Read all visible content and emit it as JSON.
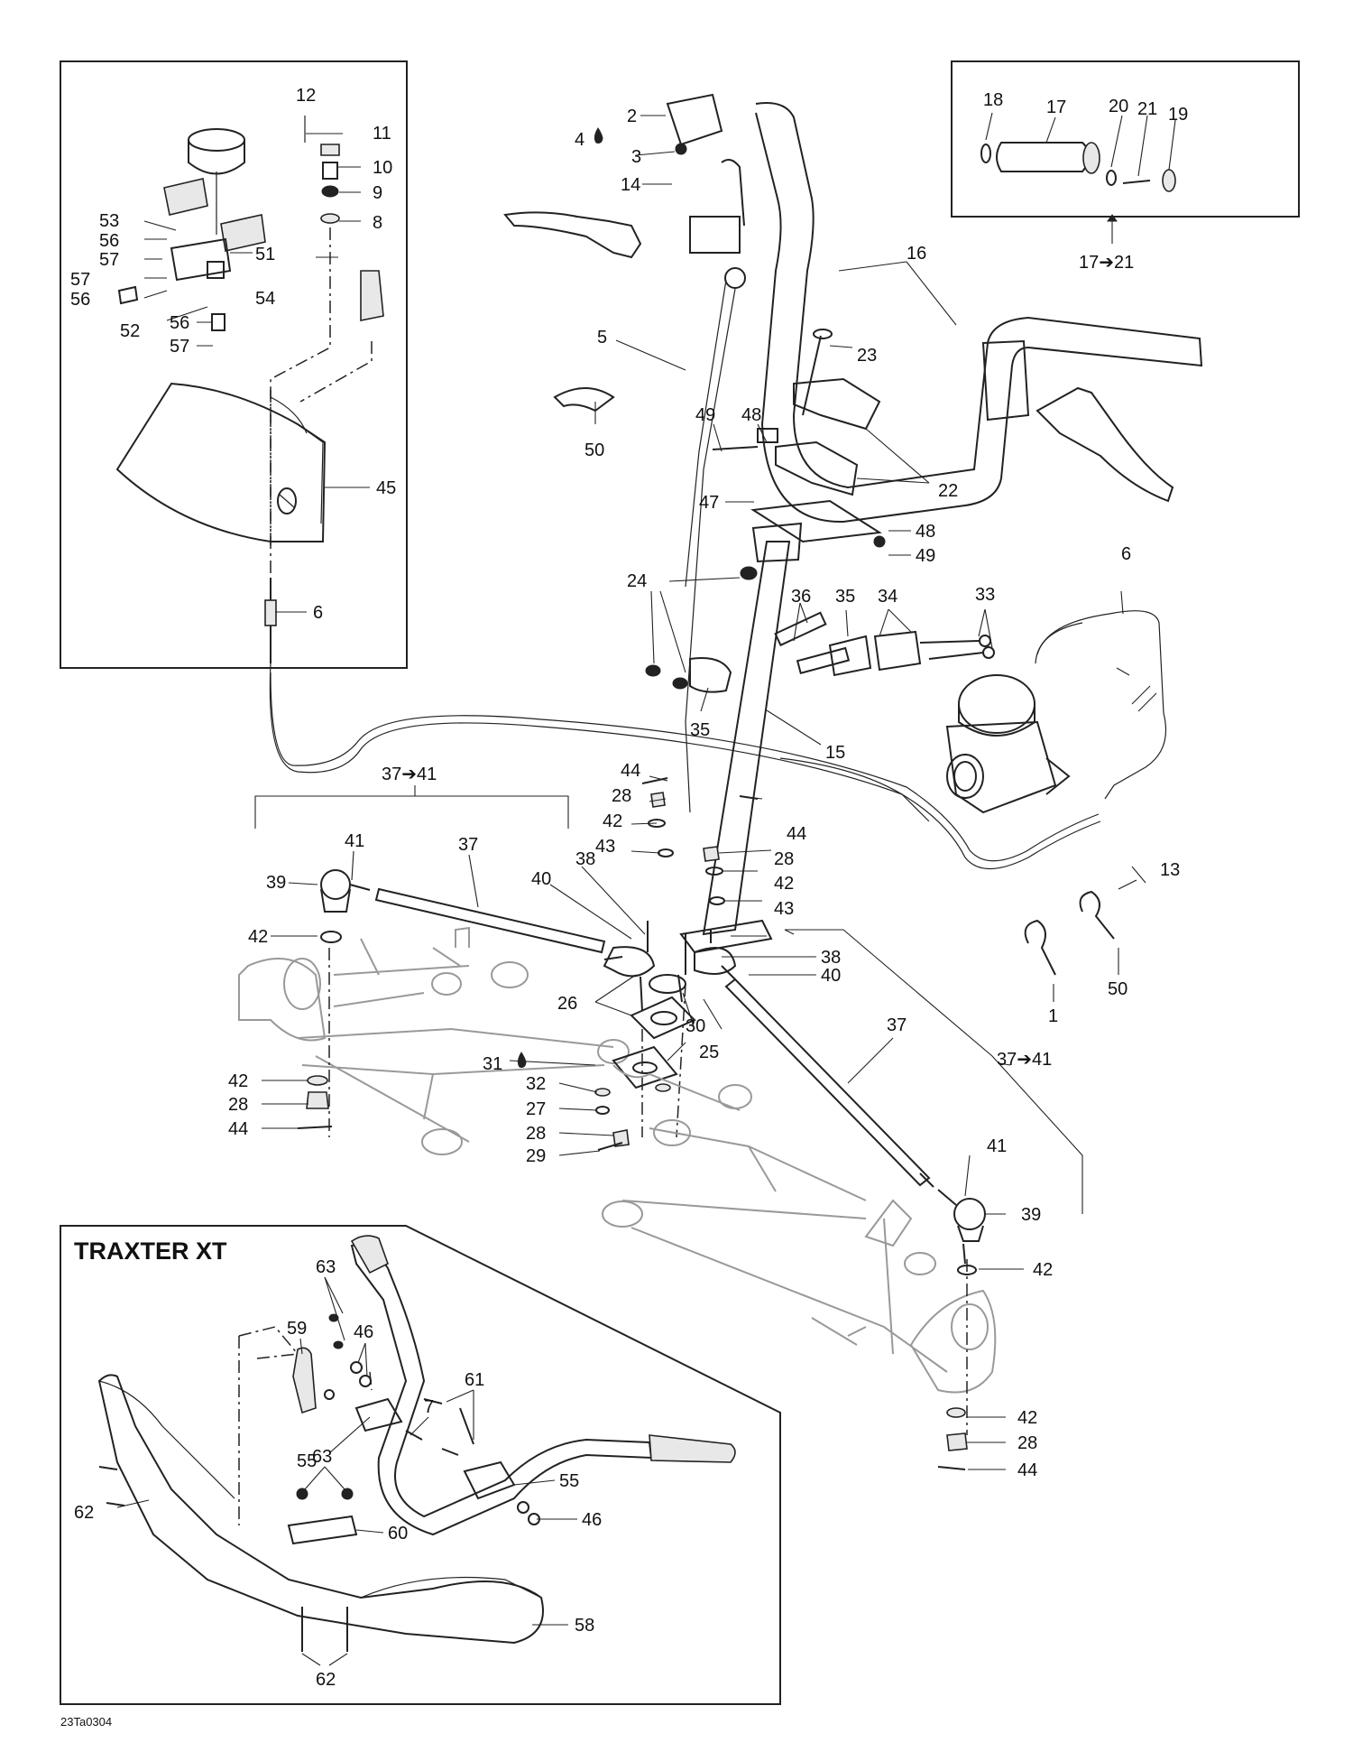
{
  "diagram": {
    "drawing_code": "23Ta0304",
    "inset_traxter_title": "TRAXTER XT",
    "callouts": {
      "c1": "1",
      "c2": "2",
      "c3": "3",
      "c4": "4",
      "c5": "5",
      "c6a": "6",
      "c6b": "6",
      "c7": "7",
      "c8": "8",
      "c9": "9",
      "c10": "10",
      "c11": "11",
      "c12": "12",
      "c13": "13",
      "c14": "14",
      "c15": "15",
      "c16": "16",
      "c17": "17",
      "c17_21": "17➔21",
      "c18": "18",
      "c19": "19",
      "c20": "20",
      "c21": "21",
      "c22": "22",
      "c23": "23",
      "c24": "24",
      "c25": "25",
      "c26": "26",
      "c27": "27",
      "c28a": "28",
      "c28b": "28",
      "c28c": "28",
      "c28d": "28",
      "c28e": "28",
      "c29": "29",
      "c30": "30",
      "c31": "31",
      "c32": "32",
      "c33": "33",
      "c34": "34",
      "c35a": "35",
      "c35b": "35",
      "c36": "36",
      "c37a": "37",
      "c37b": "37",
      "c37_41a": "37➔41",
      "c37_41b": "37➔41",
      "c38a": "38",
      "c38b": "38",
      "c39a": "39",
      "c39b": "39",
      "c40a": "40",
      "c40b": "40",
      "c41a": "41",
      "c41b": "41",
      "c42a": "42",
      "c42b": "42",
      "c42c": "42",
      "c42d": "42",
      "c42e": "42",
      "c42f": "42",
      "c43a": "43",
      "c43b": "43",
      "c44a": "44",
      "c44b": "44",
      "c44c": "44",
      "c44d": "44",
      "c45": "45",
      "c46a": "46",
      "c46b": "46",
      "c47": "47",
      "c48a": "48",
      "c48b": "48",
      "c49a": "49",
      "c49b": "49",
      "c50a": "50",
      "c50b": "50",
      "c51": "51",
      "c52": "52",
      "c53": "53",
      "c54": "54",
      "c55a": "55",
      "c55b": "55",
      "c56a": "56",
      "c56b": "56",
      "c56c": "56",
      "c57a": "57",
      "c57b": "57",
      "c57c": "57",
      "c58": "58",
      "c59": "59",
      "c60": "60",
      "c61": "61",
      "c62a": "62",
      "c62b": "62",
      "c63a": "63",
      "c63b": "63"
    }
  },
  "colors": {
    "line": "#222222",
    "ghost": "#999999",
    "background": "#ffffff"
  }
}
